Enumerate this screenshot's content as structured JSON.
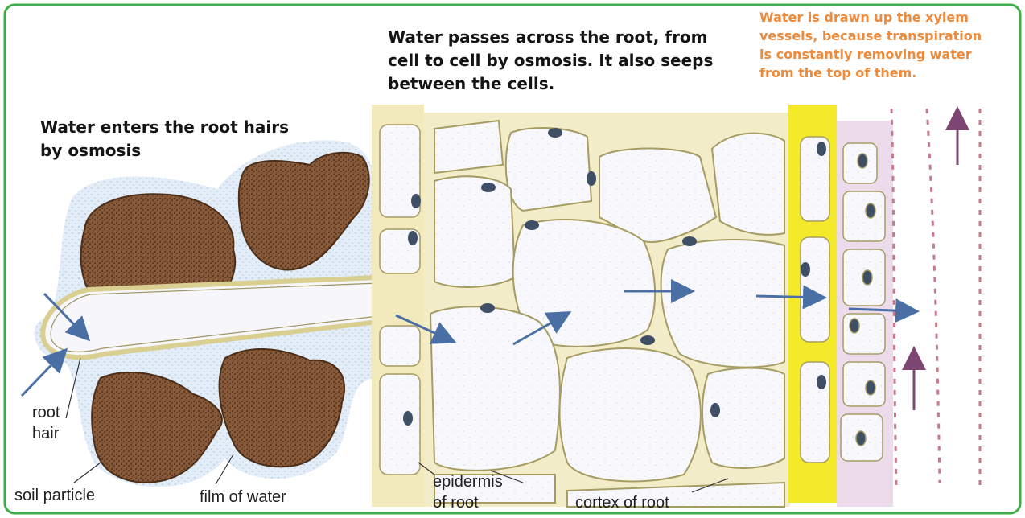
{
  "annotations": {
    "root_hair_entry": [
      "Water enters the root hairs",
      "by osmosis"
    ],
    "across_root": [
      "Water passes across the root, from",
      "cell to cell by osmosis. It also seeps",
      "between the cells."
    ],
    "xylem": [
      "Water is drawn up the xylem",
      "vessels, because transpiration",
      "is constantly removing water",
      "from the top of them."
    ]
  },
  "labels": {
    "root_hair": [
      "root",
      "hair"
    ],
    "soil_particle": "soil particle",
    "film_of_water": "film of water",
    "epidermis": [
      "epidermis",
      "of root"
    ],
    "cortex": "cortex of root"
  },
  "colors": {
    "frame": "#3fae49",
    "soil": "#8a5b3a",
    "water_film": "#dfe9f5",
    "cell_wall": "#e9dfa6",
    "cell_fill": "#f7f7fb",
    "cytoplasm": "#e8d7ea",
    "xylem": "#f5ea2a",
    "arrow_blue": "#4a6fa5",
    "arrow_purple": "#8a4b7a",
    "annotation_orange": "#ee8a3c"
  }
}
